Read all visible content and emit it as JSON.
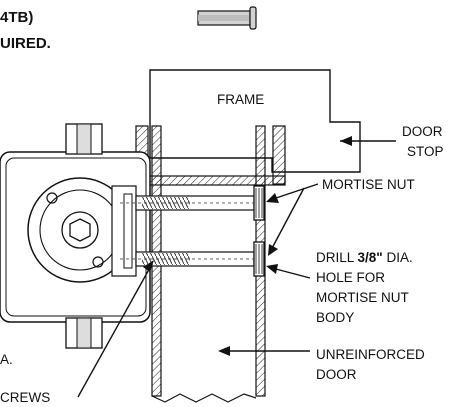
{
  "header": {
    "line1": "4TB)",
    "line2": "UIRED."
  },
  "labels": {
    "frame": "FRAME",
    "door_stop_1": "DOOR",
    "door_stop_2": "STOP",
    "mortise_nut": "MORTISE NUT",
    "drill_1_pre": "DRILL ",
    "drill_1_bold": "3/8\"",
    "drill_1_post": " DIA.",
    "drill_2": "HOLE FOR",
    "drill_3": "MORTISE NUT",
    "drill_4": "BODY",
    "unreinforced_1": "UNREINFORCED",
    "unreinforced_2": "DOOR",
    "left_dia": "A.",
    "screws": "CREWS"
  }
}
